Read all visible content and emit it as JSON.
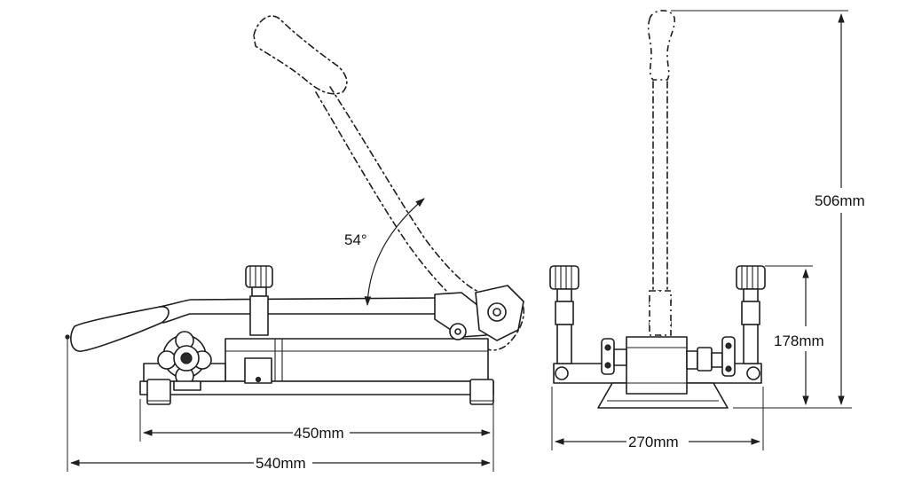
{
  "labels": {
    "angle": "54°",
    "dim_body_length": "450mm",
    "dim_total_length": "540mm",
    "dim_width": "270mm",
    "dim_body_height": "178mm",
    "dim_total_height": "506mm"
  },
  "colors": {
    "line": "#1e1e1e",
    "background": "#ffffff"
  }
}
